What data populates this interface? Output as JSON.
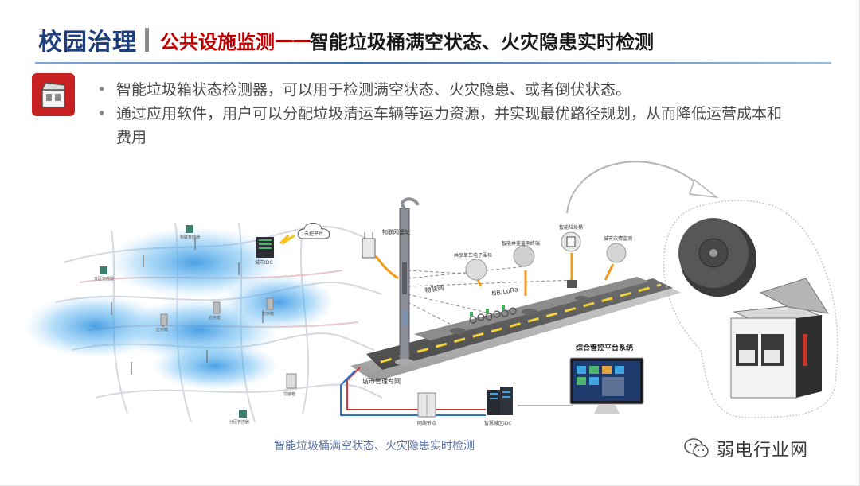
{
  "header": {
    "title": "校园治理",
    "subtitle_red": "公共设施监测",
    "subtitle_dash": "——",
    "subtitle_black": "智能垃圾桶满空状态、火灾隐患实时检测"
  },
  "bullets": [
    {
      "text": "智能垃圾箱状态检测器，可以用于检测满空状态、火灾隐患、或者倒伏状态。"
    },
    {
      "text": "通过应用软件，用户可以分配垃圾清运车辆等运力资源，并实现最优路径规划，从而降低运营成本和费用"
    }
  ],
  "diagram": {
    "labels": {
      "cloud": "云控平台",
      "city_idc": "城市IDC",
      "iot_base": "物联网基站",
      "bike_fence": "共享单车电子围栏",
      "manhole": "智能井盖监测终端",
      "smart_bin": "智能垃圾桶",
      "fire": "城市灾情监测",
      "nb_lora": "NB/LoRa",
      "iot_net": "物联网",
      "city_net": "城市管理专网",
      "platform": "综合管控平台系统",
      "net_node": "网络节点",
      "smart_idc": "智慧城区IDC",
      "box_a": "应用箱",
      "box_b": "交换箱",
      "box_c": "分区管控器",
      "box_d": "物联管控器",
      "box_e": "应用箱",
      "box_f": "交接箱"
    },
    "caption": "智能垃圾桶满空状态、火灾隐患实时检测"
  },
  "watermark": {
    "text": "弱电行业网"
  },
  "colors": {
    "title_blue": "#1f3f7a",
    "accent_red": "#c00000",
    "icon_red": "#c62020",
    "heat_blue": "#3aa0e8"
  }
}
